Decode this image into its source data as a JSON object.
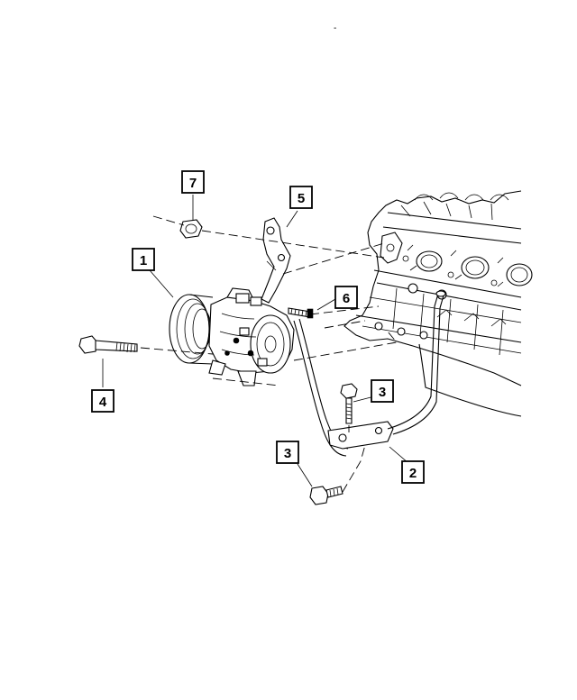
{
  "callouts": {
    "c1": {
      "label": "1"
    },
    "c2": {
      "label": "2"
    },
    "c3a": {
      "label": "3"
    },
    "c3b": {
      "label": "3"
    },
    "c4": {
      "label": "4"
    },
    "c5": {
      "label": "5"
    },
    "c6": {
      "label": "6"
    },
    "c7": {
      "label": "7"
    }
  },
  "header_mark": "-"
}
